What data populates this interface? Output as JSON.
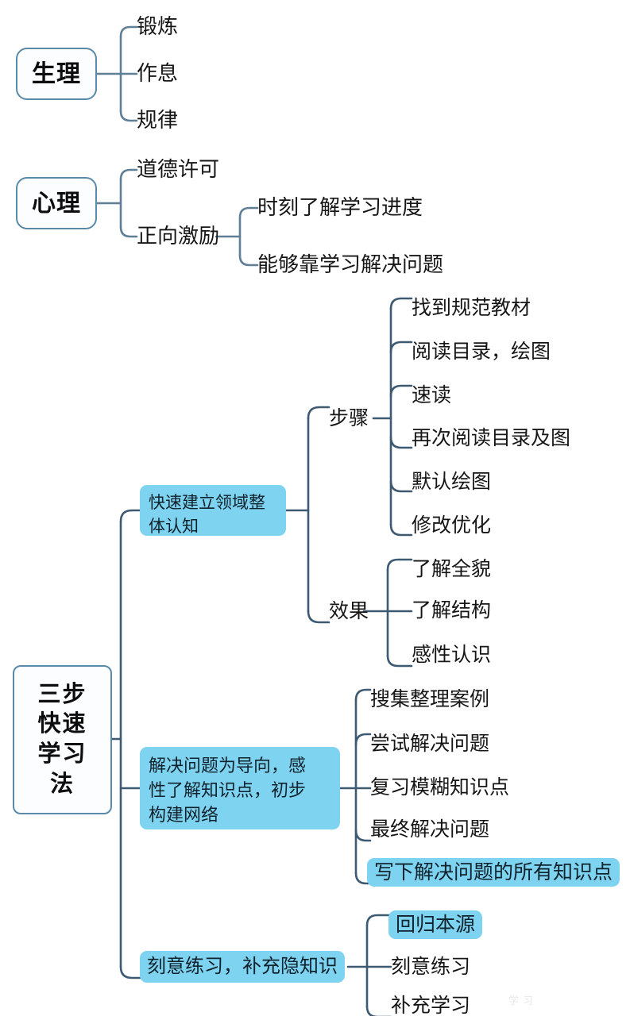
{
  "diagram": {
    "title": "三步快速学习法思维导图",
    "colors": {
      "highlight": "#7ED3F1",
      "box_border": "#5B8AA8",
      "connector": "#3E5A72",
      "text": "#131313",
      "background": "#FFFFFF"
    },
    "watermark": "学习"
  },
  "groups": {
    "physiology": {
      "root": "生理",
      "children": [
        {
          "label": "锻炼"
        },
        {
          "label": "作息"
        },
        {
          "label": "规律"
        }
      ]
    },
    "psychology": {
      "root": "心理",
      "children": [
        {
          "label": "道德许可",
          "children": []
        },
        {
          "label": "正向激励",
          "children": [
            {
              "label": "时刻了解学习进度"
            },
            {
              "label": "能够靠学习解决问题"
            }
          ]
        }
      ]
    },
    "method": {
      "root": "三步快速学习法",
      "root_lines": [
        "三步",
        "快速",
        "学习",
        "法"
      ],
      "branches": [
        {
          "label": "快速建立领域整体认知",
          "lines": [
            "快速建立领域整",
            "体认知"
          ],
          "highlight": true,
          "children": [
            {
              "label": "步骤",
              "highlight": false,
              "children": [
                {
                  "label": "找到规范教材"
                },
                {
                  "label": "阅读目录，绘图"
                },
                {
                  "label": "速读"
                },
                {
                  "label": "再次阅读目录及图"
                },
                {
                  "label": "默认绘图"
                },
                {
                  "label": "修改优化"
                }
              ]
            },
            {
              "label": "效果",
              "highlight": false,
              "children": [
                {
                  "label": "了解全貌"
                },
                {
                  "label": "了解结构"
                },
                {
                  "label": "感性认识"
                }
              ]
            }
          ]
        },
        {
          "label": "解决问题为导向，感性了解知识点，初步构建网络",
          "lines": [
            "解决问题为导向，感",
            "性了解知识点，初步",
            "构建网络"
          ],
          "highlight": true,
          "children": [
            {
              "label": "搜集整理案例",
              "highlight": false
            },
            {
              "label": "尝试解决问题",
              "highlight": false
            },
            {
              "label": "复习模糊知识点",
              "highlight": false
            },
            {
              "label": "最终解决问题",
              "highlight": false
            },
            {
              "label": "写下解决问题的所有知识点",
              "highlight": true
            }
          ]
        },
        {
          "label": "刻意练习，补充隐知识",
          "lines": [
            "刻意练习，补充隐知识"
          ],
          "highlight": true,
          "children": [
            {
              "label": "回归本源",
              "highlight": true
            },
            {
              "label": "刻意练习",
              "highlight": false
            },
            {
              "label": "补充学习",
              "highlight": false
            }
          ]
        }
      ]
    }
  }
}
